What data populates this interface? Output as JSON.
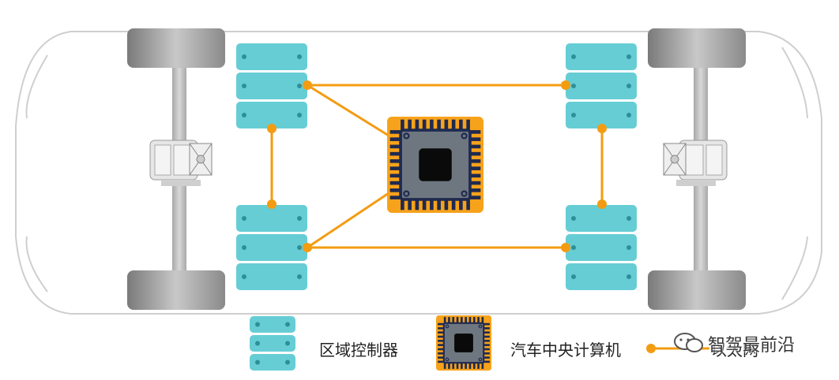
{
  "diagram": {
    "colors": {
      "zone": "#66CDD5",
      "zone_dot": "#2E8F98",
      "cpu_outer": "#F7A21B",
      "cpu_pins": "#1F2A4F",
      "cpu_body": "#6E7780",
      "cpu_core": "#0A0A0A",
      "link": "#F39C12",
      "car_outline": "#C9C9C9",
      "wheel": "#9E9E9E"
    }
  },
  "legend": {
    "zone_label": "区域控制器",
    "cpu_label": "汽车中央计算机",
    "link_label": "以太网"
  },
  "watermark": {
    "text": "智驾最前沿"
  }
}
